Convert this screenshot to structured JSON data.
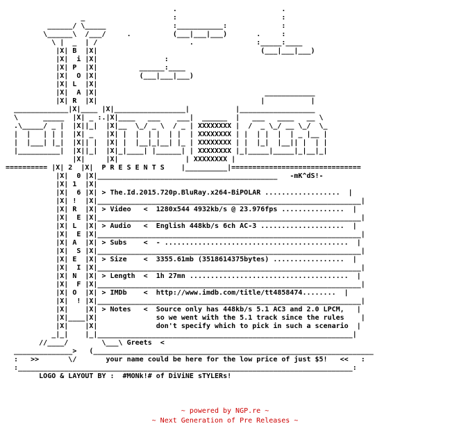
{
  "nfo": {
    "text": "                                        .                         .\n                  _                     :                         :\n          ______/ \\_____                :___________:             :\n         \\______\\  /___/     .          (___|___|___)       .     :\n           \\ |  _  | /                      .               :_____:____\n            |X| B  |X|                                       (___|___|___)\n            |X|  i |X|                :\n            |X| P  |X|          ______:____\n            |X|  O |X|          (___|___|___)\n            |X| L  |X|\n            |X|  A |X|                                        ____________\n            |X| R  |X|                                       |           |\n  _____________|X|____ |X|_________________|           |__________________\n  \\      _____  |X| _ :.|X|____   ___    ___|  ______  |   ___   ____   __ \\\n  .\\_____/ _ |  |X||_|  |X|__  \\_/ _ \\  / _ | XXXXXXXX |  /  _ \\_/ __ \\_/  \\_\n  |  |   | | |  |X| _   |X| |  |  | |  | |  | XXXXXXXX | |  | |  |  | _ |__ |\n  |  |___| |_|  |X|| |  |X| |  |__|_|__| |_ | XXXXXXXX | |  |_|  |__|| |  | |\n  |__________|  |X||_|  |X|_|____| |______| | XXXXXXXX |_|_____|_____|_|__|_|\n                |X|     |X|                | XXXXXXXX |\n========== |X| 2  |X|  P R E S E N T S    |__________|===============================\n            |X|  0 |X|___________________________________________   -mK^dS!-\n            |X| 1  |X|\n            |X|  6 |X| > The.Id.2015.720p.BluRay.x264-BiPOLAR ..................  |\n            |X| !  |X|_______________________________________________________________|\n            |X| R  |X| > Video   <  1280x544 4932kb/s @ 23.976fps ...............  |\n            |X|  E |X|_______________________________________________________________|\n            |X| L  |X| > Audio   <  English 448kb/s 6ch AC-3 ....................  |\n            |X|  E |X|_______________________________________________________________|\n            |X| A  |X| > Subs    <  - ............................................  |\n            |X|  S |X|_______________________________________________________________|\n            |X| E  |X| > Size    <  3355.61mb (3518614375bytes) .................  |\n            |X|  I |X|_______________________________________________________________|\n            |X| N  |X| > Length  <  1h 27mn ......................................  |\n            |X|  F |X|_______________________________________________________________|\n            |X| O  |X| > IMDb    <  http://www.imdb.com/title/tt4858474........  |\n            |X|  ! |X|_______________________________________________________________|\n            |X|    |X| > Notes   <  Source only has 448kb/s 5.1 AC3 and 2.0 LPCM,   |\n            |X|____|X|              so we went with the 5.1 track since the rules    |\n            |X|    |X|              don't specify which to pick in such a scenario  |\n           _|_|    |_|_____________________________________________________________|\n        //____/        \\___\\ Greets  <\n  ______________>   (___________________________________________________________________\n  :   >>       \\/       your name could be here for the low price of just $5!   <<   :\n  :________________________________________________________________________________:\n        LOGO & LAYOUT BY :  #MONk!# of DiViNE sTYLERs!"
  },
  "footer": {
    "powered_by": "~ powered by NGP.re ~",
    "tagline": "~ Next Generation of Pre Releases ~",
    "color": "#cc0000"
  }
}
